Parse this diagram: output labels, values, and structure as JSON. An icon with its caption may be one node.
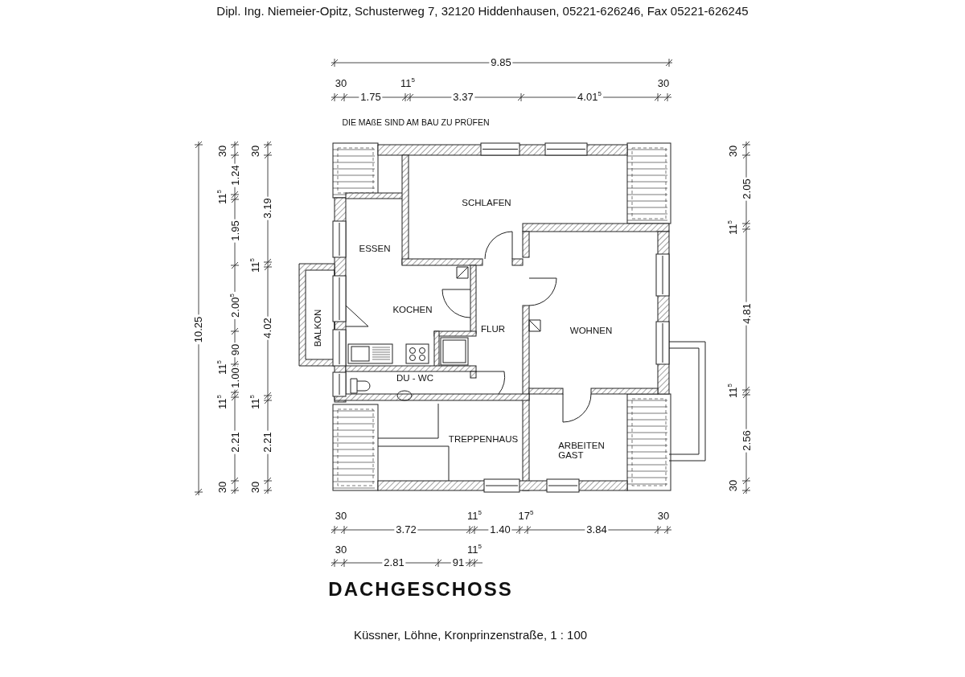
{
  "diagram": {
    "title": "DACHGESCHOSS",
    "caption": "Küssner, Löhne, Kronprinzenstraße, 1 : 100",
    "labels": [
      "Dipl. Ing. Niemeier-Opitz, Schusterweg 7, 32120 Hiddenhausen, 05221-626246, Fax 05221-626245",
      "9.85",
      "30",
      "11$^{5}$",
      "30",
      "1.75",
      "3.37",
      "4.01$^{5}$",
      "DIE MAßE SIND AM BAU ZU PRÜFEN",
      "SCHLAFEN",
      "ESSEN",
      "KOCHEN",
      "BALKON",
      "FLUR",
      "WOHNEN",
      "DU - WC",
      "TREPPENHAUS",
      "ARBEITEN GAST",
      "10.25",
      "30",
      "1.24",
      "11$^{5}$",
      "1.95",
      "2.00$^{5}$",
      "90",
      "11$^{5}$",
      "1.00",
      "11$^{5}$",
      "2.21",
      "30",
      "30",
      "3.19",
      "11$^{5}$",
      "4.02",
      "11$^{5}$",
      "2.21",
      "30",
      "30",
      "2.05",
      "11$^{5}$",
      "4.81",
      "11$^{5}$",
      "2.56",
      "30",
      "30",
      "11$^{5}$",
      "17$^{5}$",
      "30",
      "3.72",
      "1.40",
      "3.84",
      "30",
      "11$^{5}$",
      "2.81",
      "91"
    ]
  }
}
